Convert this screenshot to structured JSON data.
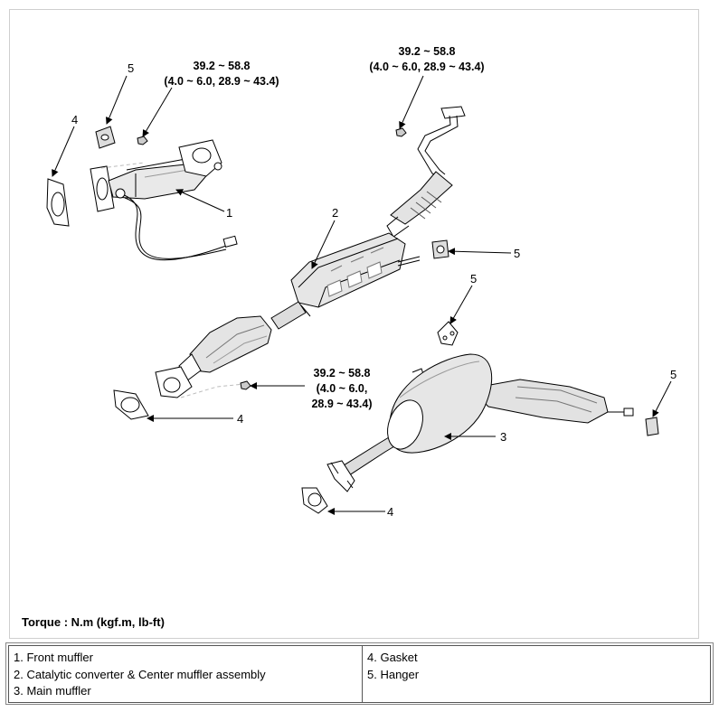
{
  "callouts": {
    "front_muffler": "1",
    "cat_center": "2",
    "main_muffler": "3",
    "gasket_a": "4",
    "gasket_b": "4",
    "gasket_c": "4",
    "hanger_a": "5",
    "hanger_b": "5",
    "hanger_c": "5",
    "hanger_d": "5"
  },
  "torques": {
    "t1_line1": "39.2 ~ 58.8",
    "t1_line2": "(4.0 ~ 6.0, 28.9 ~ 43.4)",
    "t2_line1": "39.2 ~ 58.8",
    "t2_line2": "(4.0 ~ 6.0, 28.9 ~ 43.4)",
    "t3_line1": "39.2 ~ 58.8",
    "t3_line2": "(4.0 ~ 6.0,",
    "t3_line3": "28.9 ~ 43.4)"
  },
  "torque_note": "Torque : N.m (kgf.m, lb-ft)",
  "legend": {
    "col1": [
      "1. Front muffler",
      "2. Catalytic converter & Center muffler assembly",
      "3. Main muffler"
    ],
    "col2": [
      "4. Gasket",
      "5. Hanger"
    ]
  }
}
